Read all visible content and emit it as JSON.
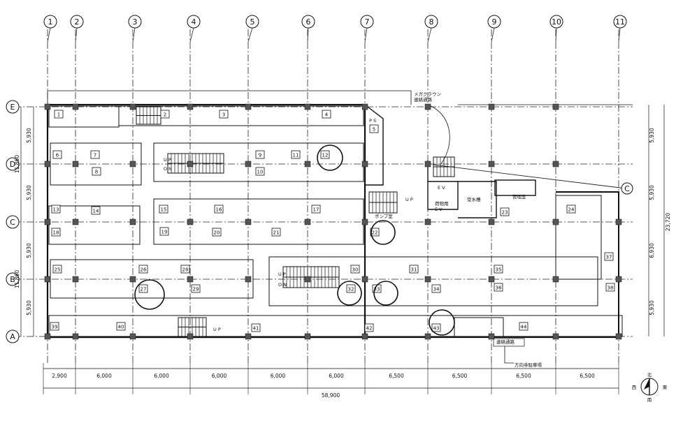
{
  "grid_columns": [
    "1",
    "2",
    "3",
    "4",
    "5",
    "6",
    "7",
    "8",
    "9",
    "10",
    "11"
  ],
  "grid_rows": [
    "E",
    "D",
    "C",
    "B",
    "A"
  ],
  "bottom_dimensions": [
    "2,900",
    "6,000",
    "6,000",
    "6,000",
    "6,000",
    "6,000",
    "6,500",
    "6,500",
    "6,500",
    "6,500"
  ],
  "total_width": "58,900",
  "left_dimensions": [
    "5,930",
    "5,930",
    "5,930",
    "5,930"
  ],
  "left_totals": [
    "11,860",
    "11,860"
  ],
  "right_dimensions": [
    "5,930",
    "5,930",
    "6,930",
    "5,930"
  ],
  "right_total": "23,720",
  "room_labels": {
    "megacrown": "メガクラウン\n連絡通路",
    "ps": "P S",
    "pump_room": "ポンプ室",
    "ev1": "E V",
    "cargo_ev": "荷物用\nE V",
    "reception": "受水槽",
    "office": "管理室",
    "up": "U P",
    "on": "O N",
    "connection": "連絡通路",
    "parking": "方向寺駐車場"
  },
  "compass": {
    "north": "北",
    "east": "東",
    "west": "西",
    "south": "南"
  },
  "units": [
    "1",
    "2",
    "3",
    "4",
    "5",
    "6",
    "7",
    "8",
    "9",
    "10",
    "11",
    "12",
    "13",
    "14",
    "15",
    "16",
    "17",
    "18",
    "19",
    "20",
    "21",
    "22",
    "23",
    "24",
    "25",
    "26",
    "27",
    "28",
    "29",
    "30",
    "31",
    "32",
    "33",
    "34",
    "35",
    "36",
    "37",
    "38",
    "39",
    "40",
    "41",
    "42",
    "43",
    "44"
  ]
}
